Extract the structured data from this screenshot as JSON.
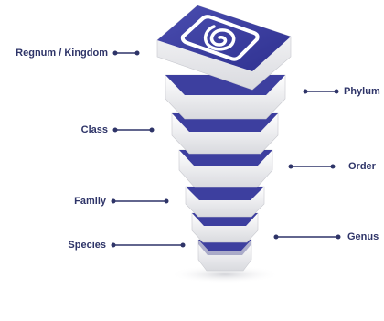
{
  "labels": {
    "kingdom": "Regnum / Kingdom",
    "phylum": "Phylum",
    "class": "Class",
    "order": "Order",
    "family": "Family",
    "genus": "Genus",
    "species": "Species"
  },
  "colors": {
    "accent": "#3d3f9f",
    "accent_dark": "#2b2d7e",
    "block_white": "#f4f4f6",
    "block_shadow": "#cfd0d6",
    "connector": "#2e3468",
    "label_text": "#2e3468"
  },
  "icon": "spiral-icon"
}
